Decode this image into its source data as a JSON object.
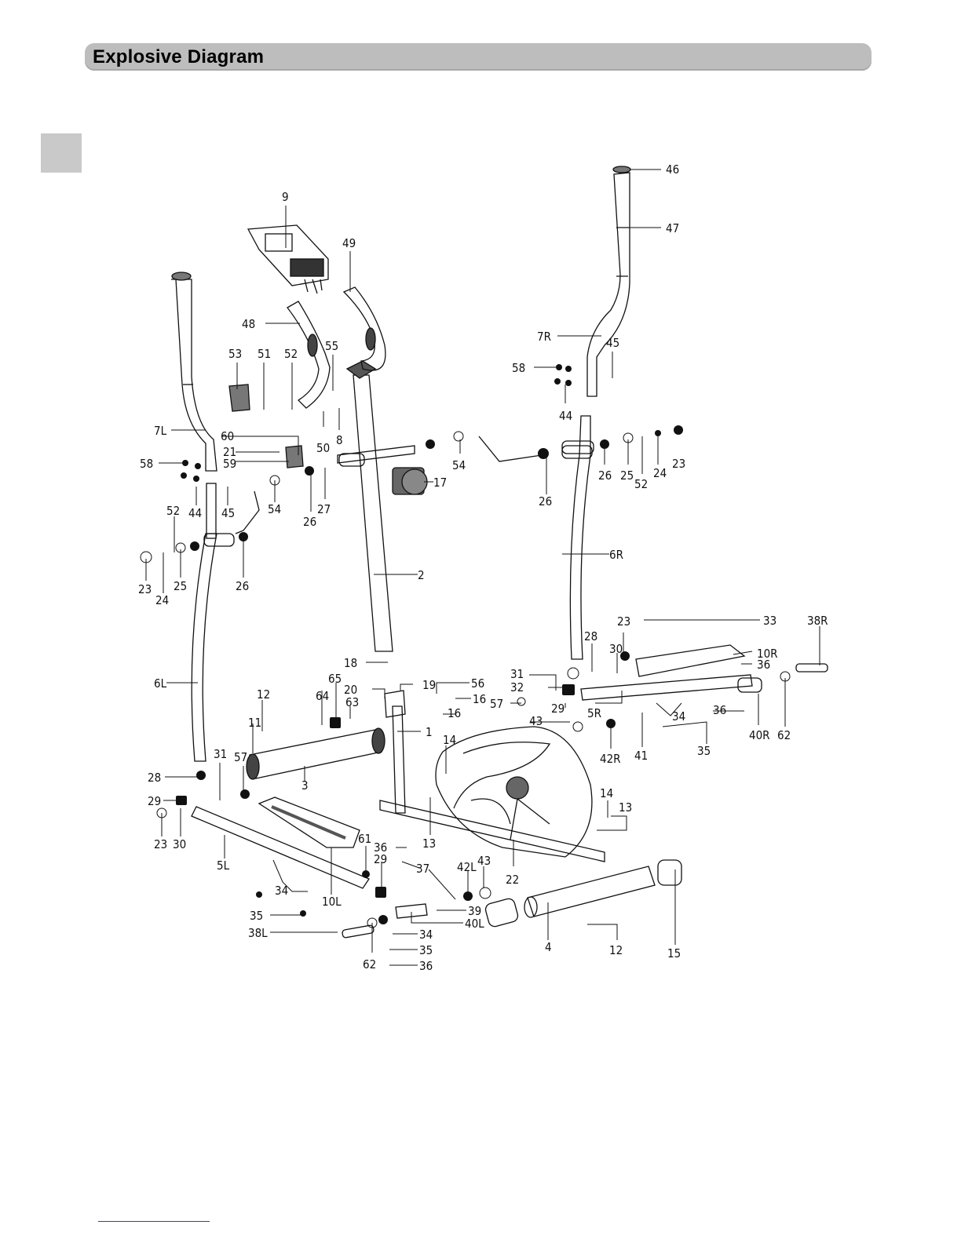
{
  "header": {
    "title": "Explosive Diagram"
  },
  "colors": {
    "header_bar": "#bdbdbd",
    "side_tab": "#c9c9c9",
    "line": "#111111",
    "footer_link": "#2b3ccf"
  },
  "labels": {
    "l9": "9",
    "l46": "46",
    "l47": "47",
    "l49": "49",
    "l48": "48",
    "l7R": "7R",
    "l45": "45",
    "l58r": "58",
    "l44r": "44",
    "l53": "53",
    "l51": "51",
    "l52a": "52",
    "l55": "55",
    "l50": "50",
    "l8": "8",
    "l7L": "7L",
    "l60": "60",
    "l21": "21",
    "l59": "59",
    "l58l": "58",
    "l44l": "44",
    "l45l": "45",
    "l52b": "52",
    "l54l": "54",
    "l26a": "26",
    "l27": "27",
    "l54r": "54",
    "l17": "17",
    "l26b": "26",
    "l26c": "26",
    "l25r": "25",
    "l52c": "52",
    "l24r": "24",
    "l23r": "23",
    "l23l": "23",
    "l24l": "24",
    "l25l": "25",
    "l26d": "26",
    "l2": "2",
    "l6R": "6R",
    "l6L": "6L",
    "l18": "18",
    "l28r": "28",
    "l23m": "23",
    "l30r": "30",
    "l33": "33",
    "l38R": "38R",
    "l10R": "10R",
    "l36a": "36",
    "l31r": "31",
    "l32": "32",
    "l57r": "57",
    "l29r": "29",
    "l5R": "5R",
    "l34r": "34",
    "l36b": "36",
    "l40R": "40R",
    "l62r": "62",
    "l43a": "43",
    "l42R": "42R",
    "l41": "41",
    "l35r": "35",
    "l12a": "12",
    "l64": "64",
    "l65": "65",
    "l20": "20",
    "l19": "19",
    "l56": "56",
    "l16a": "16",
    "l16b": "16",
    "l63": "63",
    "l11": "11",
    "l1": "1",
    "l14a": "14",
    "l3": "3",
    "l28l": "28",
    "l31l": "31",
    "l57l": "57",
    "l29l": "29",
    "l23b": "23",
    "l30l": "30",
    "l5L": "5L",
    "l13a": "13",
    "l14b": "14",
    "l13b": "13",
    "l61": "61",
    "l36c": "36",
    "l29m": "29",
    "l37": "37",
    "l42L": "42L",
    "l43b": "43",
    "l22": "22",
    "l34l": "34",
    "l35l": "35",
    "l10L": "10L",
    "l39": "39",
    "l40L": "40L",
    "l38L": "38L",
    "l34b": "34",
    "l35b": "35",
    "l62l": "62",
    "l36d": "36",
    "l4": "4",
    "l12b": "12",
    "l15": "15"
  }
}
